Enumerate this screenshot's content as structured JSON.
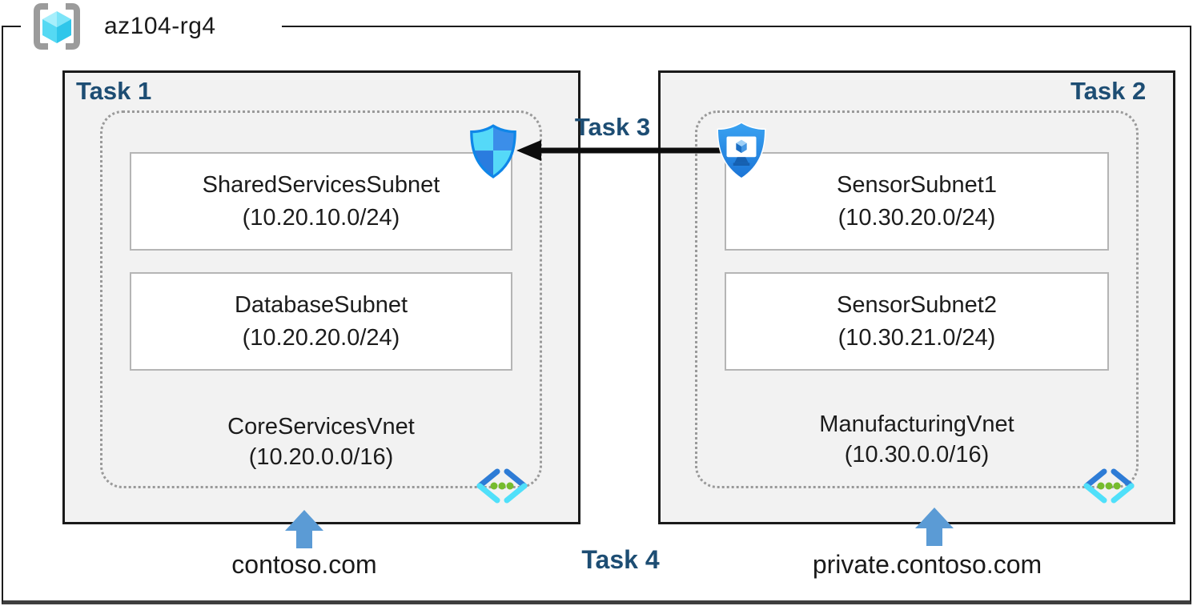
{
  "title": {
    "resource_group": "az104-rg4"
  },
  "colors": {
    "task_label": "#1d4d73",
    "region_bg": "#f2f2f2",
    "region_border": "#1a1a1a",
    "subnet_border": "#b5b5b5",
    "dotted_border": "#9a9a9a",
    "blue_arrow": "#5b9bd5",
    "black_arrow": "#0d0d0d"
  },
  "regions": {
    "left": {
      "task": "Task 1",
      "vnet_name": "CoreServicesVnet",
      "vnet_cidr": "(10.20.0.0/16)",
      "subnets": [
        {
          "name": "SharedServicesSubnet",
          "cidr": "(10.20.10.0/24)"
        },
        {
          "name": "DatabaseSubnet",
          "cidr": "(10.20.20.0/24)"
        }
      ],
      "dns_zone": "contoso.com"
    },
    "right": {
      "task": "Task 2",
      "vnet_name": "ManufacturingVnet",
      "vnet_cidr": "(10.30.0.0/16)",
      "subnets": [
        {
          "name": "SensorSubnet1",
          "cidr": "(10.30.20.0/24)"
        },
        {
          "name": "SensorSubnet2",
          "cidr": "(10.30.21.0/24)"
        }
      ],
      "dns_zone": "private.contoso.com"
    }
  },
  "connections": {
    "task3": "Task 3",
    "task4": "Task 4"
  },
  "icons": {
    "resource_group": "resource-group-icon",
    "network_security_group": "network-security-group-icon",
    "bastion": "bastion-icon",
    "virtual_network": "virtual-network-icon",
    "dns_arrow": "dns-zone-arrow-icon"
  }
}
